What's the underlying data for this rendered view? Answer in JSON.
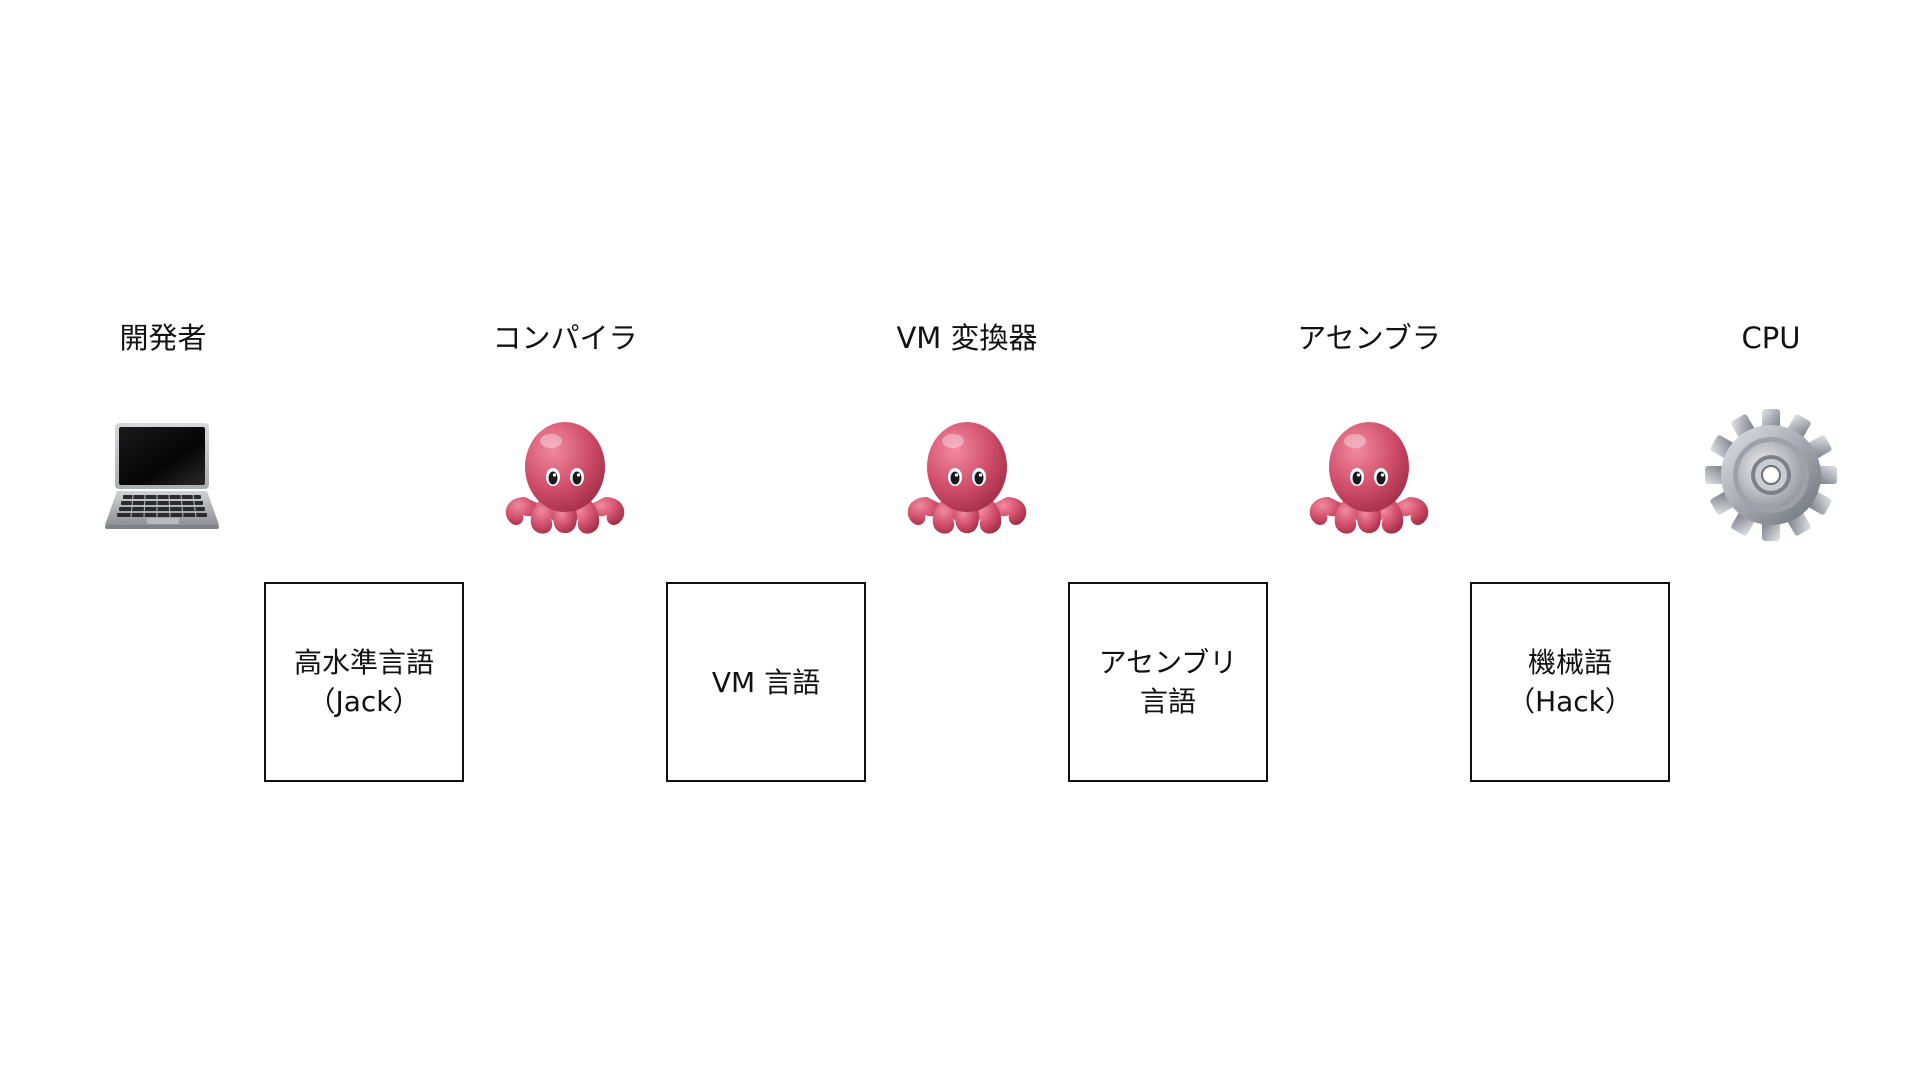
{
  "actors": [
    {
      "label": "開発者",
      "icon": "laptop-icon"
    },
    {
      "label": "コンパイラ",
      "icon": "octopus-icon"
    },
    {
      "label": "VM 変換器",
      "icon": "octopus-icon"
    },
    {
      "label": "アセンブラ",
      "icon": "octopus-icon"
    },
    {
      "label": "CPU",
      "icon": "gear-icon"
    }
  ],
  "languages": [
    {
      "line1": "高水準言語",
      "line2": "（Jack）"
    },
    {
      "line1": "VM 言語",
      "line2": ""
    },
    {
      "line1": "アセンブリ",
      "line2": "言語"
    },
    {
      "line1": "機械語",
      "line2": "（Hack）"
    }
  ],
  "colors": {
    "octopus": "#c8435c",
    "gear": "#9aa0a6",
    "laptop": "#b9bcc0",
    "box_border": "#111111"
  }
}
